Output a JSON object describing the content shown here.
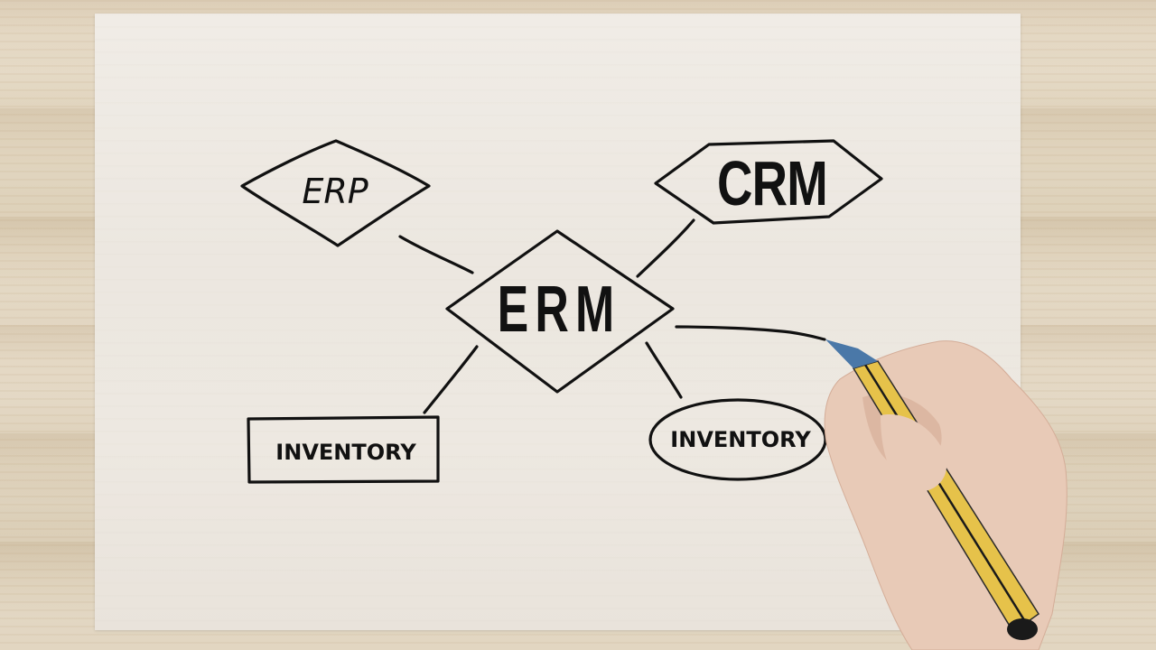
{
  "diagram": {
    "title": "ERM",
    "nodes": [
      {
        "id": "erp",
        "label": "ERP",
        "shape": "diamond"
      },
      {
        "id": "crm",
        "label": "CRM",
        "shape": "hexagon"
      },
      {
        "id": "erm",
        "label": "ERM",
        "shape": "diamond",
        "role": "center"
      },
      {
        "id": "inventory_rect",
        "label": "INVENTORY",
        "shape": "rectangle"
      },
      {
        "id": "inventory_oval",
        "label": "INVENTORY",
        "shape": "ellipse"
      }
    ],
    "edges": [
      {
        "from": "erm",
        "to": "erp"
      },
      {
        "from": "erm",
        "to": "crm"
      },
      {
        "from": "erm",
        "to": "inventory_rect"
      },
      {
        "from": "erm",
        "to": "inventory_oval"
      },
      {
        "from": "erm",
        "to": "(being drawn)"
      }
    ]
  },
  "scene": {
    "surface": "wooden table",
    "medium": "white paper sheet",
    "hand": "right hand holding a yellow marker with blue tip",
    "colors": {
      "ink": "#111111",
      "paper": "#ede8e1",
      "wood": "#e2d6c2",
      "marker_body": "#e6c24a",
      "marker_tip": "#4a78a8",
      "skin": "#e9cbb8"
    }
  }
}
